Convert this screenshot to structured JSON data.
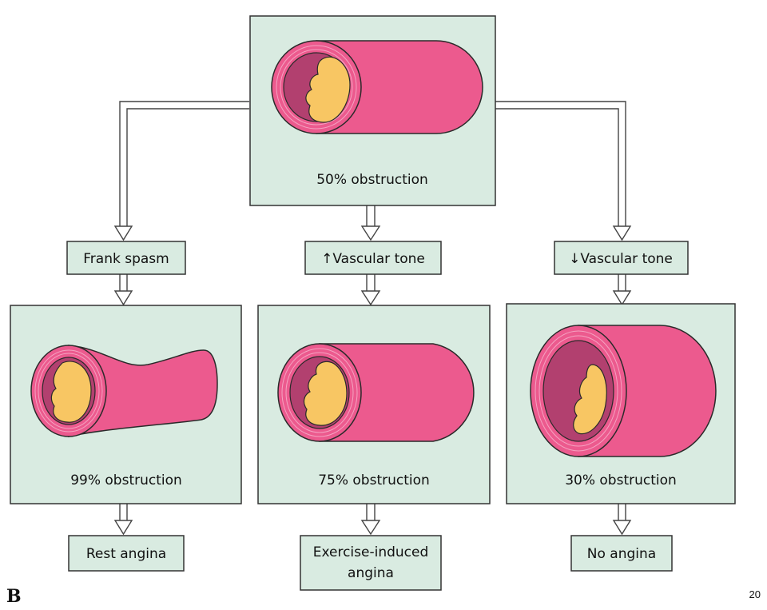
{
  "top_panel": {
    "label": "50% obstruction"
  },
  "branches": [
    {
      "condition": "Frank spasm",
      "obstruction": "99% obstruction",
      "outcome_lines": [
        "Rest angina"
      ]
    },
    {
      "condition": "↑Vascular tone",
      "obstruction": "75% obstruction",
      "outcome_lines": [
        "Exercise-induced",
        "angina"
      ]
    },
    {
      "condition": "↓Vascular tone",
      "obstruction": "30% obstruction",
      "outcome_lines": [
        "No angina"
      ]
    }
  ],
  "figure_letter": "B",
  "page_number": "20",
  "colors": {
    "panel_fill": "#d9ebe1",
    "vessel_pink": "#ec5a8e",
    "intima_dark": "#b2406f",
    "plaque_yellow": "#f8c663",
    "outline": "#2a2a2a"
  }
}
